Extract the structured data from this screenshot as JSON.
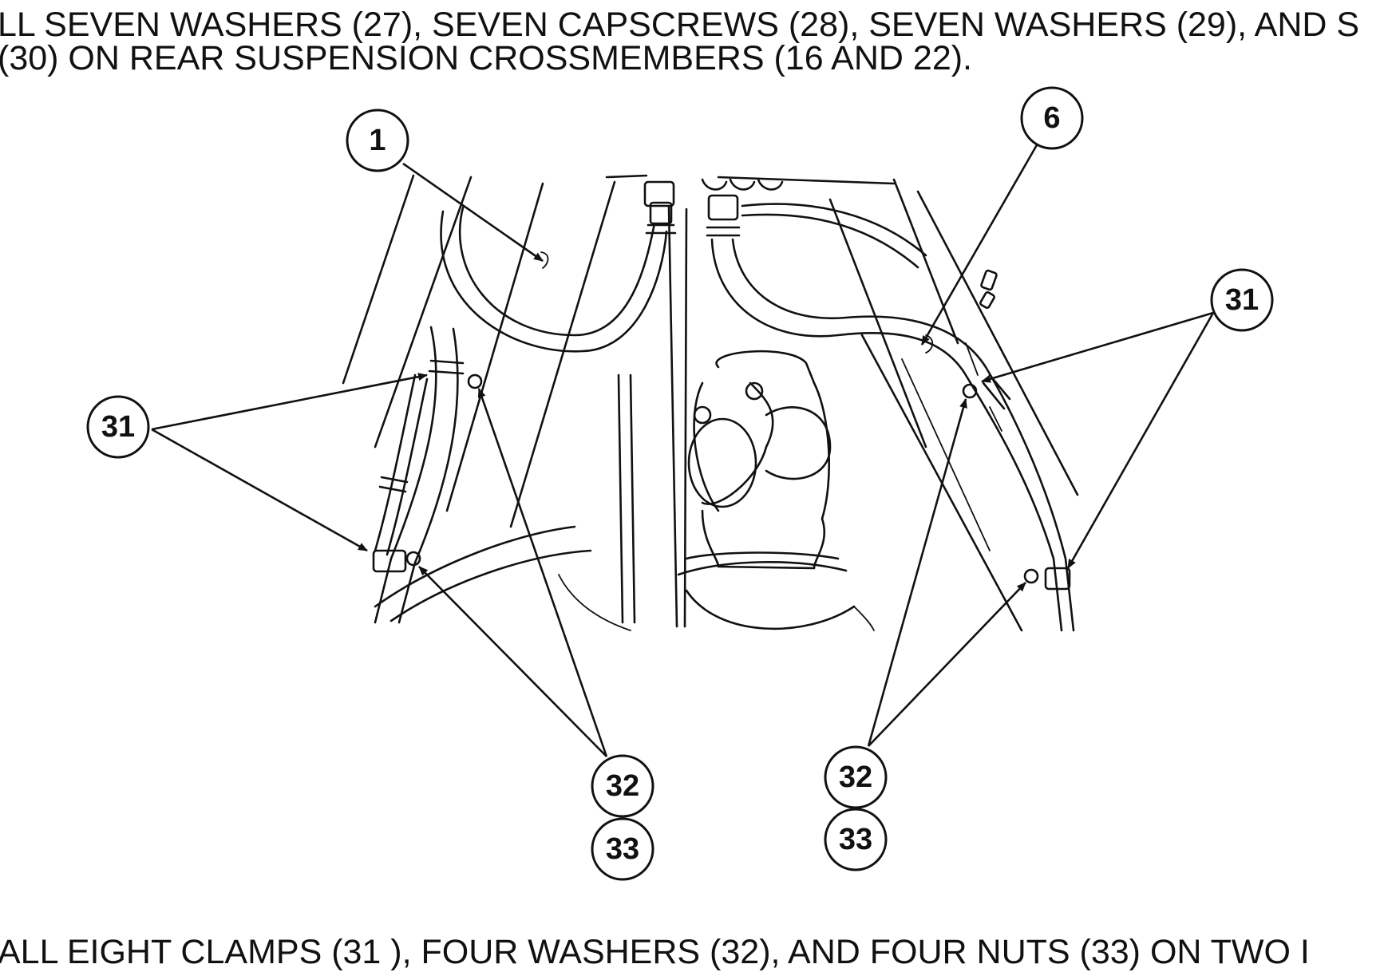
{
  "instructions": {
    "top_line_1": "LL SEVEN WASHERS (27), SEVEN CAPSCREWS (28), SEVEN WASHERS (29), AND S",
    "top_line_2": " (30) ON REAR SUSPENSION CROSSMEMBERS (16 AND 22).",
    "bottom_line": "ALL EIGHT CLAMPS (31 ), FOUR WASHERS (32), AND FOUR NUTS (33) ON TWO I"
  },
  "callouts": {
    "c1": "1",
    "c6": "6",
    "c31_left": "31",
    "c31_right": "31",
    "c32_left": "32",
    "c33_left": "33",
    "c32_right": "32",
    "c33_right": "33"
  }
}
